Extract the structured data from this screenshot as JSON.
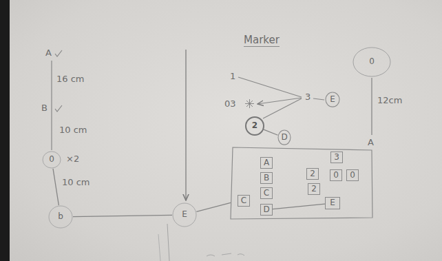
{
  "diagram": {
    "title": "Marker",
    "nodes": [
      {
        "text": [
          "0"
        ]
      },
      {
        "text": [
          "E"
        ]
      },
      {
        "text": [
          "2"
        ]
      },
      {
        "text": [
          "D"
        ]
      },
      {
        "text": [
          "0"
        ]
      },
      {
        "text": []
      },
      {
        "text": [
          "A"
        ],
        "in": 5
      },
      {
        "text": [
          "B"
        ],
        "in": 5
      },
      {
        "text": [
          "3"
        ],
        "in": 5
      },
      {
        "text": [
          "2"
        ],
        "in": 5
      },
      {
        "text": [
          "0"
        ],
        "in": 5
      },
      {
        "text": [
          "0"
        ],
        "in": 5
      },
      {
        "text": [
          "C"
        ],
        "in": 5
      },
      {
        "text": [
          "2"
        ],
        "in": 5
      },
      {
        "text": [
          "C"
        ],
        "in": 5
      },
      {
        "text": [
          "E"
        ],
        "in": 5
      },
      {
        "text": [
          "D"
        ],
        "in": 5
      },
      {
        "text": [
          "b"
        ]
      },
      {
        "text": [
          "E"
        ]
      }
    ],
    "edges": [
      {
        "from": 2,
        "to": 3,
        "arrow": "none"
      },
      {
        "from": 4,
        "to": 17,
        "arrow": "none"
      },
      {
        "from": 17,
        "to": 18,
        "arrow": "none"
      },
      {
        "from": 18,
        "to": 5,
        "arrow": "none"
      },
      {
        "from": 16,
        "to": 15,
        "arrow": "none"
      }
    ],
    "labels": [
      "A",
      "16 cm",
      "B",
      "10 cm",
      "×2",
      "10 cm",
      "1",
      "03",
      "3",
      "12cm",
      "A"
    ]
  }
}
